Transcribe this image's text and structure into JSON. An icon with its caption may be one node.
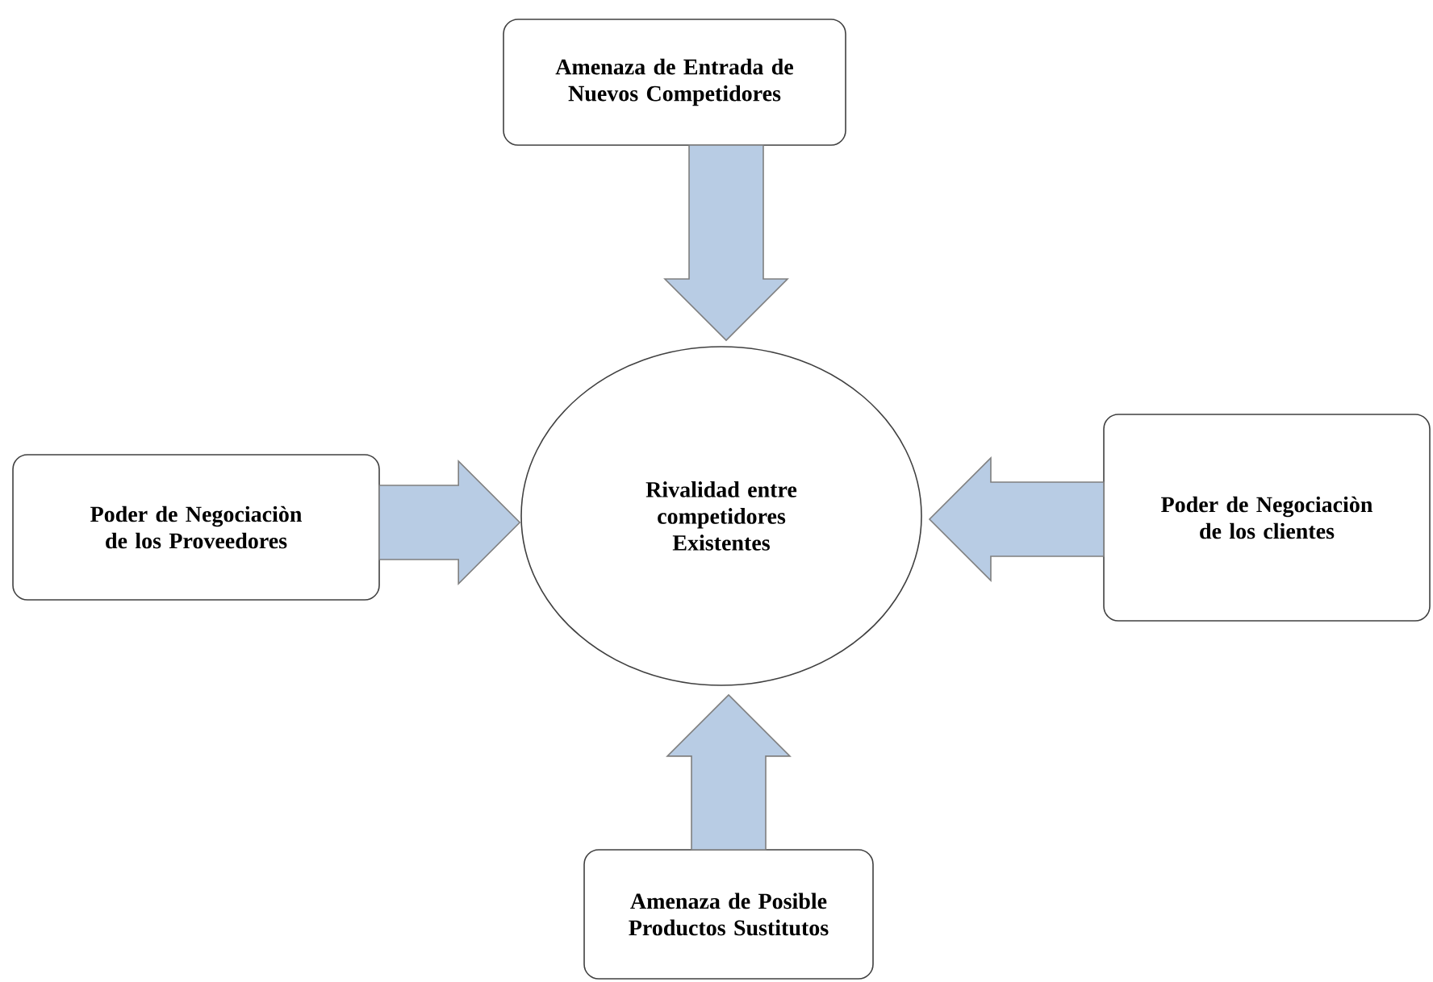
{
  "diagram": {
    "nodes": [
      {
        "text": [
          "Amenaza de Entrada de Nuevos Competidores"
        ]
      },
      {
        "text": [
          "Rivalidad entre competidores Existentes"
        ]
      },
      {
        "text": [
          "Poder de Negociaciòn de los Proveedores"
        ]
      },
      {
        "text": [
          "Poder de Negociaciòn de los clientes"
        ]
      },
      {
        "text": [
          "Amenaza de Posible Productos Sustitutos"
        ]
      }
    ],
    "edges": [
      {
        "from": 0,
        "to": 1,
        "arrow": "to"
      },
      {
        "from": 2,
        "to": 1,
        "arrow": "to"
      },
      {
        "from": 3,
        "to": 1,
        "arrow": "to"
      },
      {
        "from": 4,
        "to": 1,
        "arrow": "to"
      }
    ]
  }
}
